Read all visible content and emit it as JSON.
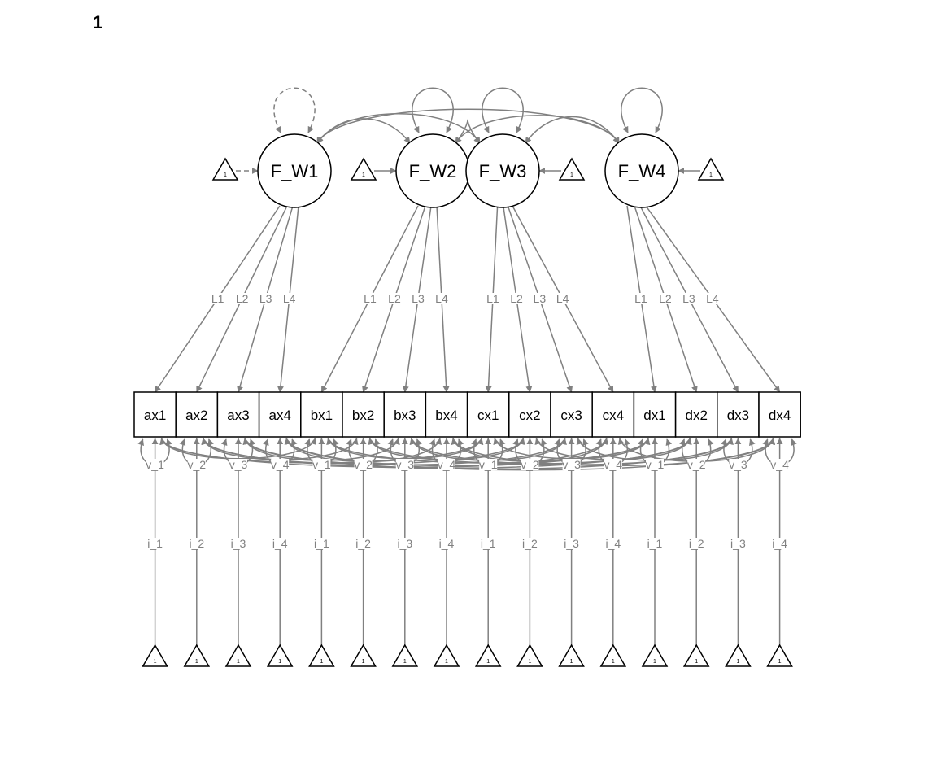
{
  "panel_label": "1",
  "colors": {
    "edge": "#808080",
    "node_stroke": "#000000",
    "background": "#ffffff"
  },
  "latent_factors": [
    {
      "name": "F_W1",
      "variance_style": "dashed"
    },
    {
      "name": "F_W2",
      "variance_style": "solid"
    },
    {
      "name": "F_W3",
      "variance_style": "solid"
    },
    {
      "name": "F_W4",
      "variance_style": "solid"
    }
  ],
  "intercept_symbol": "1",
  "loading_labels": [
    "L1",
    "L2",
    "L3",
    "L4"
  ],
  "indicators": [
    "ax1",
    "ax2",
    "ax3",
    "ax4",
    "bx1",
    "bx2",
    "bx3",
    "bx4",
    "cx1",
    "cx2",
    "cx3",
    "cx4",
    "dx1",
    "dx2",
    "dx3",
    "dx4"
  ],
  "residual_labels": [
    "v_1",
    "v_2",
    "v_3",
    "v_4",
    "v_1",
    "v_2",
    "v_3",
    "v_4",
    "v_1",
    "v_2",
    "v_3",
    "v_4",
    "v_1",
    "v_2",
    "v_3",
    "v_4"
  ],
  "intercept_labels": [
    "i_1",
    "i_2",
    "i_3",
    "i_4",
    "i_1",
    "i_2",
    "i_3",
    "i_4",
    "i_1",
    "i_2",
    "i_3",
    "i_4",
    "i_1",
    "i_2",
    "i_3",
    "i_4"
  ]
}
